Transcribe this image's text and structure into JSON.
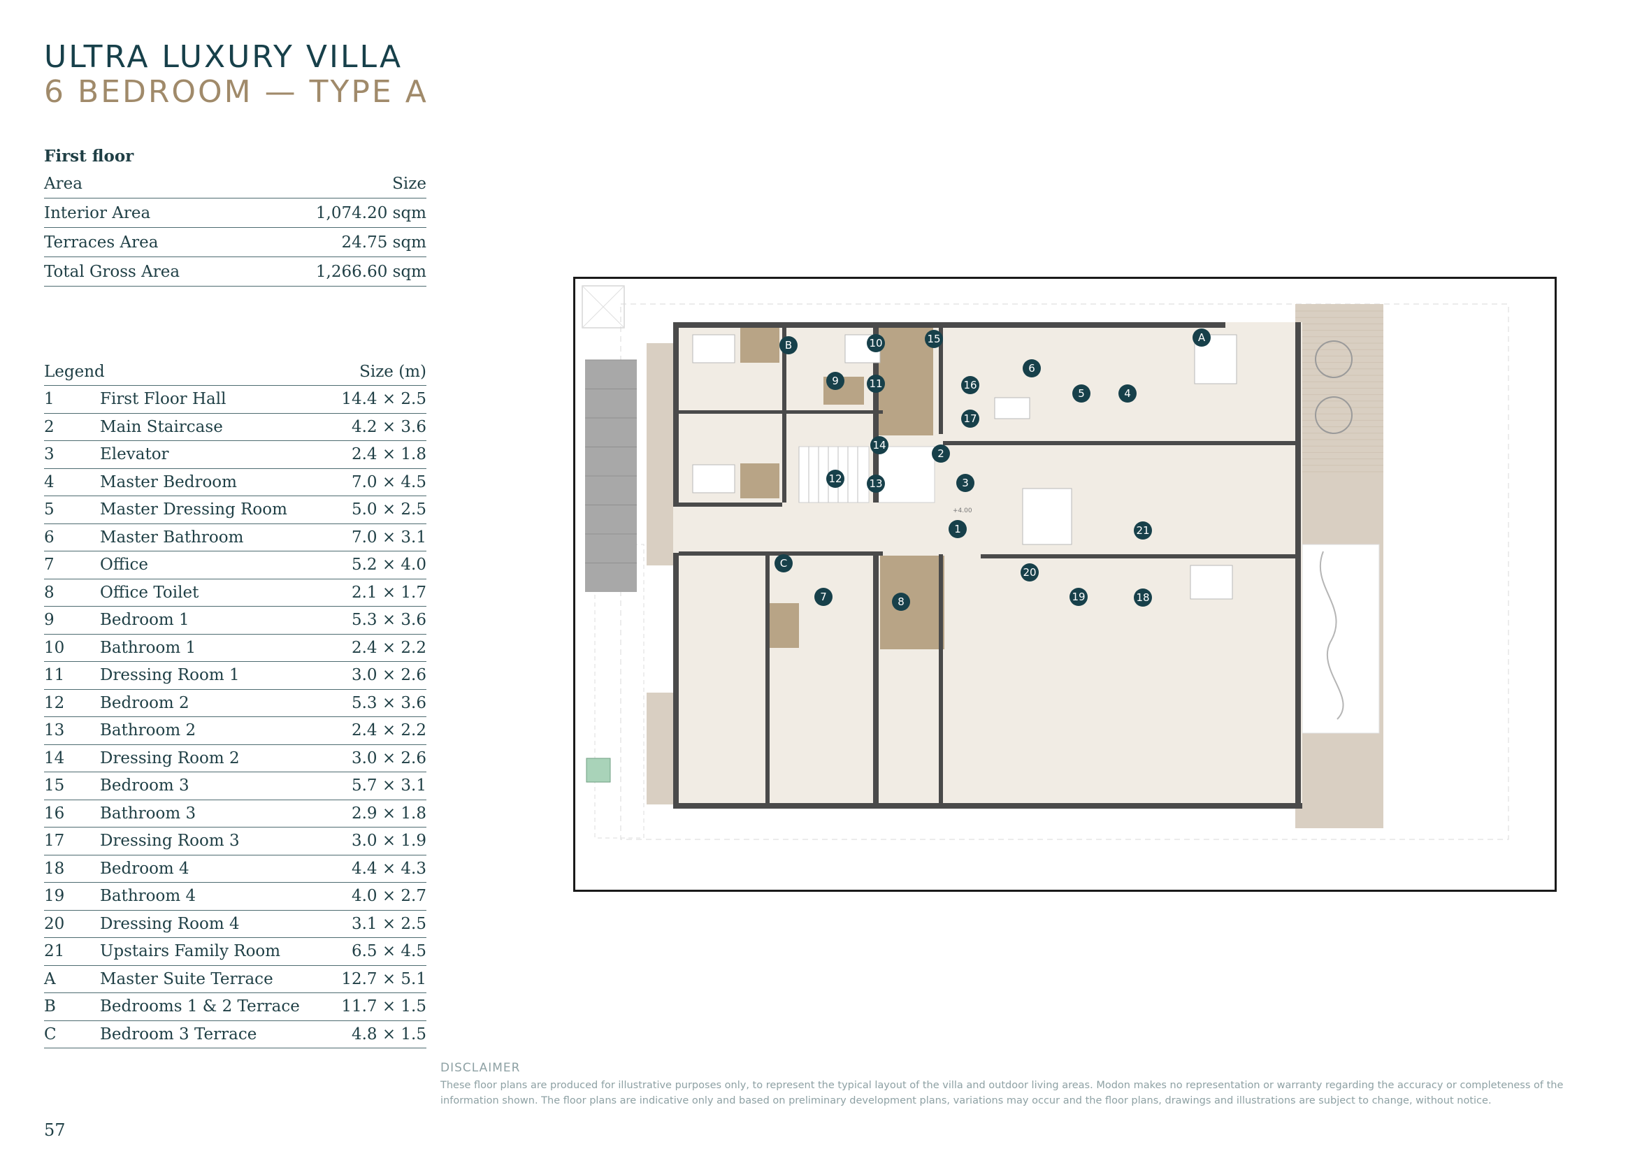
{
  "header": {
    "title_line1": "ULTRA LUXURY VILLA",
    "title_line2": "6 BEDROOM — TYPE A"
  },
  "area_table": {
    "section": "First floor",
    "col_area": "Area",
    "col_size": "Size",
    "rows": [
      {
        "label": "Interior Area",
        "value": "1,074.20 sqm"
      },
      {
        "label": "Terraces Area",
        "value": "24.75 sqm"
      },
      {
        "label": "Total Gross Area",
        "value": "1,266.60 sqm"
      }
    ]
  },
  "legend": {
    "col_legend": "Legend",
    "col_size": "Size (m)",
    "items": [
      {
        "id": "1",
        "name": "First Floor Hall",
        "size": "14.4 × 2.5"
      },
      {
        "id": "2",
        "name": "Main Staircase",
        "size": "4.2 × 3.6"
      },
      {
        "id": "3",
        "name": "Elevator",
        "size": "2.4 × 1.8"
      },
      {
        "id": "4",
        "name": "Master Bedroom",
        "size": "7.0 × 4.5"
      },
      {
        "id": "5",
        "name": "Master Dressing Room",
        "size": "5.0 × 2.5"
      },
      {
        "id": "6",
        "name": "Master Bathroom",
        "size": "7.0 × 3.1"
      },
      {
        "id": "7",
        "name": "Office",
        "size": "5.2 × 4.0"
      },
      {
        "id": "8",
        "name": "Office Toilet",
        "size": "2.1 × 1.7"
      },
      {
        "id": "9",
        "name": "Bedroom 1",
        "size": "5.3 × 3.6"
      },
      {
        "id": "10",
        "name": "Bathroom 1",
        "size": "2.4 × 2.2"
      },
      {
        "id": "11",
        "name": "Dressing Room 1",
        "size": "3.0 × 2.6"
      },
      {
        "id": "12",
        "name": "Bedroom 2",
        "size": "5.3 × 3.6"
      },
      {
        "id": "13",
        "name": "Bathroom 2",
        "size": "2.4 × 2.2"
      },
      {
        "id": "14",
        "name": "Dressing Room 2",
        "size": "3.0 × 2.6"
      },
      {
        "id": "15",
        "name": "Bedroom 3",
        "size": "5.7 × 3.1"
      },
      {
        "id": "16",
        "name": "Bathroom 3",
        "size": "2.9 × 1.8"
      },
      {
        "id": "17",
        "name": "Dressing Room 3",
        "size": "3.0 × 1.9"
      },
      {
        "id": "18",
        "name": "Bedroom 4",
        "size": "4.4 × 4.3"
      },
      {
        "id": "19",
        "name": "Bathroom 4",
        "size": "4.0 × 2.7"
      },
      {
        "id": "20",
        "name": "Dressing Room 4",
        "size": "3.1 × 2.5"
      },
      {
        "id": "21",
        "name": "Upstairs Family Room",
        "size": "6.5 × 4.5"
      },
      {
        "id": "A",
        "name": "Master Suite Terrace",
        "size": "12.7 × 5.1"
      },
      {
        "id": "B",
        "name": "Bedrooms 1 & 2 Terrace",
        "size": "11.7 × 1.5"
      },
      {
        "id": "C",
        "name": "Bedroom 3 Terrace",
        "size": "4.8 × 1.5"
      }
    ]
  },
  "plan": {
    "level_mark": "+4.00",
    "markers": [
      "1",
      "2",
      "3",
      "4",
      "5",
      "6",
      "7",
      "8",
      "9",
      "10",
      "11",
      "12",
      "13",
      "14",
      "15",
      "16",
      "17",
      "18",
      "19",
      "20",
      "21",
      "A",
      "B",
      "C"
    ],
    "colors": {
      "wall": "#4a4a4a",
      "floor": "#f1ece4",
      "wet": "#b8a486",
      "terrace": "#d9cfc2",
      "marker": "#17404a"
    }
  },
  "disclaimer": {
    "heading": "DISCLAIMER",
    "text": "These floor plans are produced for illustrative purposes only, to represent the typical layout of the villa and outdoor living areas. Modon makes no representation or warranty regarding the accuracy or completeness of the information shown. The floor plans are indicative only and based on preliminary development plans, variations may occur and the floor plans, drawings and illustrations are subject to change, without notice."
  },
  "page_number": "57"
}
